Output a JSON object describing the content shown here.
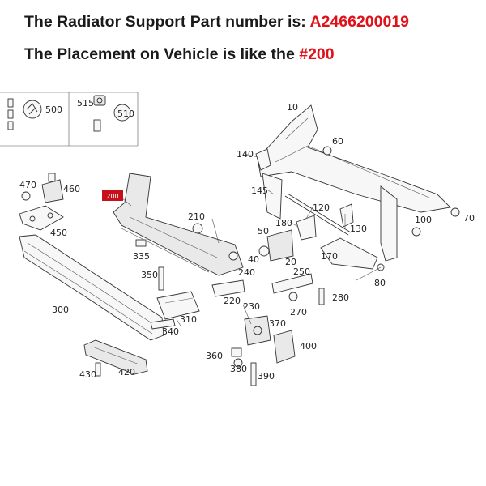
{
  "header": {
    "line1_prefix": "The Radiator Support Part number is: ",
    "line1_value": "A2466200019",
    "line2_prefix": "The Placement on Vehicle is like the ",
    "line2_value": "#200"
  },
  "colors": {
    "highlight": "#e0111b",
    "text": "#1a1a1a",
    "badge": "#c8101a"
  },
  "highlight_badge": "200",
  "callouts": {
    "c500": "500",
    "c515": "515",
    "c510": "510",
    "c10": "10",
    "c60": "60",
    "c140": "140",
    "c145": "145",
    "c470": "470",
    "c460": "460",
    "c450": "450",
    "c210": "210",
    "c120": "120",
    "c180": "180",
    "c50": "50",
    "c130": "130",
    "c100": "100",
    "c70": "70",
    "c335": "335",
    "c40": "40",
    "c20": "20",
    "c170": "170",
    "c250": "250",
    "c240": "240",
    "c350": "350",
    "c80": "80",
    "c300": "300",
    "c220": "220",
    "c230": "230",
    "c280": "280",
    "c270": "270",
    "c310": "310",
    "c340": "340",
    "c370": "370",
    "c400": "400",
    "c360": "360",
    "c380": "380",
    "c390": "390",
    "c430": "430",
    "c420": "420"
  }
}
